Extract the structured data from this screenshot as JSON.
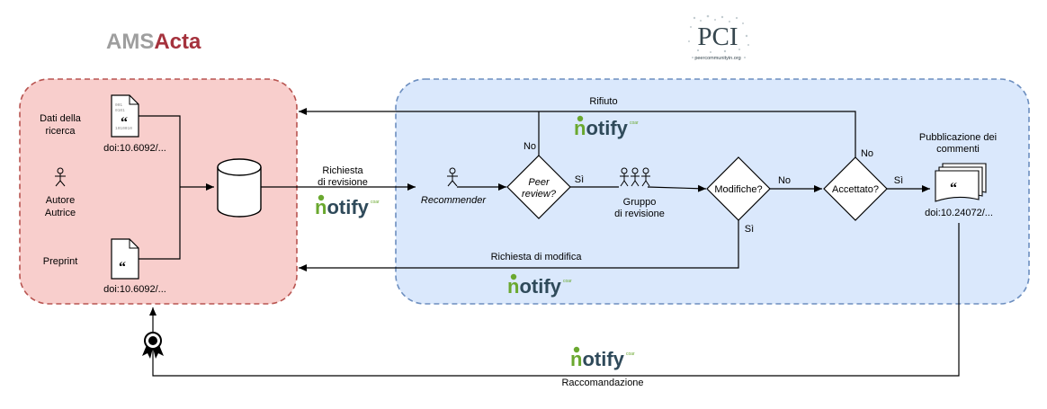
{
  "logos": {
    "amsacta_prefix": "AMS",
    "amsacta_suffix": "Acta",
    "pci_title": "PCI",
    "pci_subtitle": "peercommunityin.org"
  },
  "notify": {
    "word_rest": "otify",
    "word_n": "n",
    "tag": "coar"
  },
  "repository": {
    "research_data_label": "Dati della\nricerca",
    "research_data_doi": "doi:10.6092/...",
    "author_label": "Autore\nAutrice",
    "preprint_label": "Preprint",
    "preprint_doi": "doi:10.6092/..."
  },
  "flow": {
    "review_request": "Richiesta\ndi revisione",
    "recommender": "Recommender",
    "peer_review": "Peer\nreview?",
    "review_group": "Gruppo\ndi revisione",
    "changes": "Modifiche?",
    "accepted": "Accettato?",
    "rejection": "Rifiuto",
    "change_request": "Richiesta di modifica",
    "publication_label": "Pubblicazione dei\ncommenti",
    "publication_doi": "doi:10.24072/...",
    "recommendation": "Raccomandazione",
    "yes": "Sì",
    "no": "No"
  },
  "colors": {
    "amsacta_panel_fill": "#f8cecc",
    "amsacta_panel_stroke": "#b85450",
    "pci_panel_fill": "#dae8fc",
    "pci_panel_stroke": "#6c8ebf",
    "amsacta_gray": "#9e9e9e",
    "amsacta_red": "#a5323d",
    "notify_green": "#6aa82f",
    "notify_dark": "#2f4a5a"
  }
}
